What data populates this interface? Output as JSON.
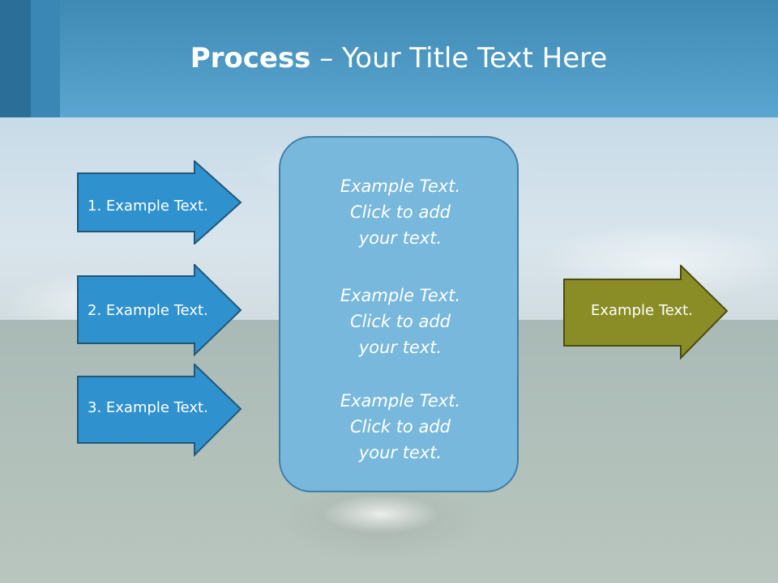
{
  "title": {
    "bold": "Process",
    "rest": " – Your Title Text Here"
  },
  "left_arrows": [
    {
      "label": "1. Example Text."
    },
    {
      "label": "2. Example Text."
    },
    {
      "label": "3. Example Text."
    }
  ],
  "center_box": {
    "blocks": [
      {
        "line1": "Example Text.",
        "line2": "Click  to add",
        "line3": "your text."
      },
      {
        "line1": "Example Text.",
        "line2": "Click  to add",
        "line3": "your text."
      },
      {
        "line1": "Example Text.",
        "line2": "Click  to add",
        "line3": "your text."
      }
    ]
  },
  "right_arrow": {
    "label": "Example Text."
  },
  "colors": {
    "header": "#4a9ccb",
    "left_arrow_fill": "#3091cf",
    "left_arrow_stroke": "#1f5878",
    "center_fill": "#78b8dc",
    "right_arrow_fill": "#8a8d26",
    "right_arrow_stroke": "#4a4c10"
  }
}
